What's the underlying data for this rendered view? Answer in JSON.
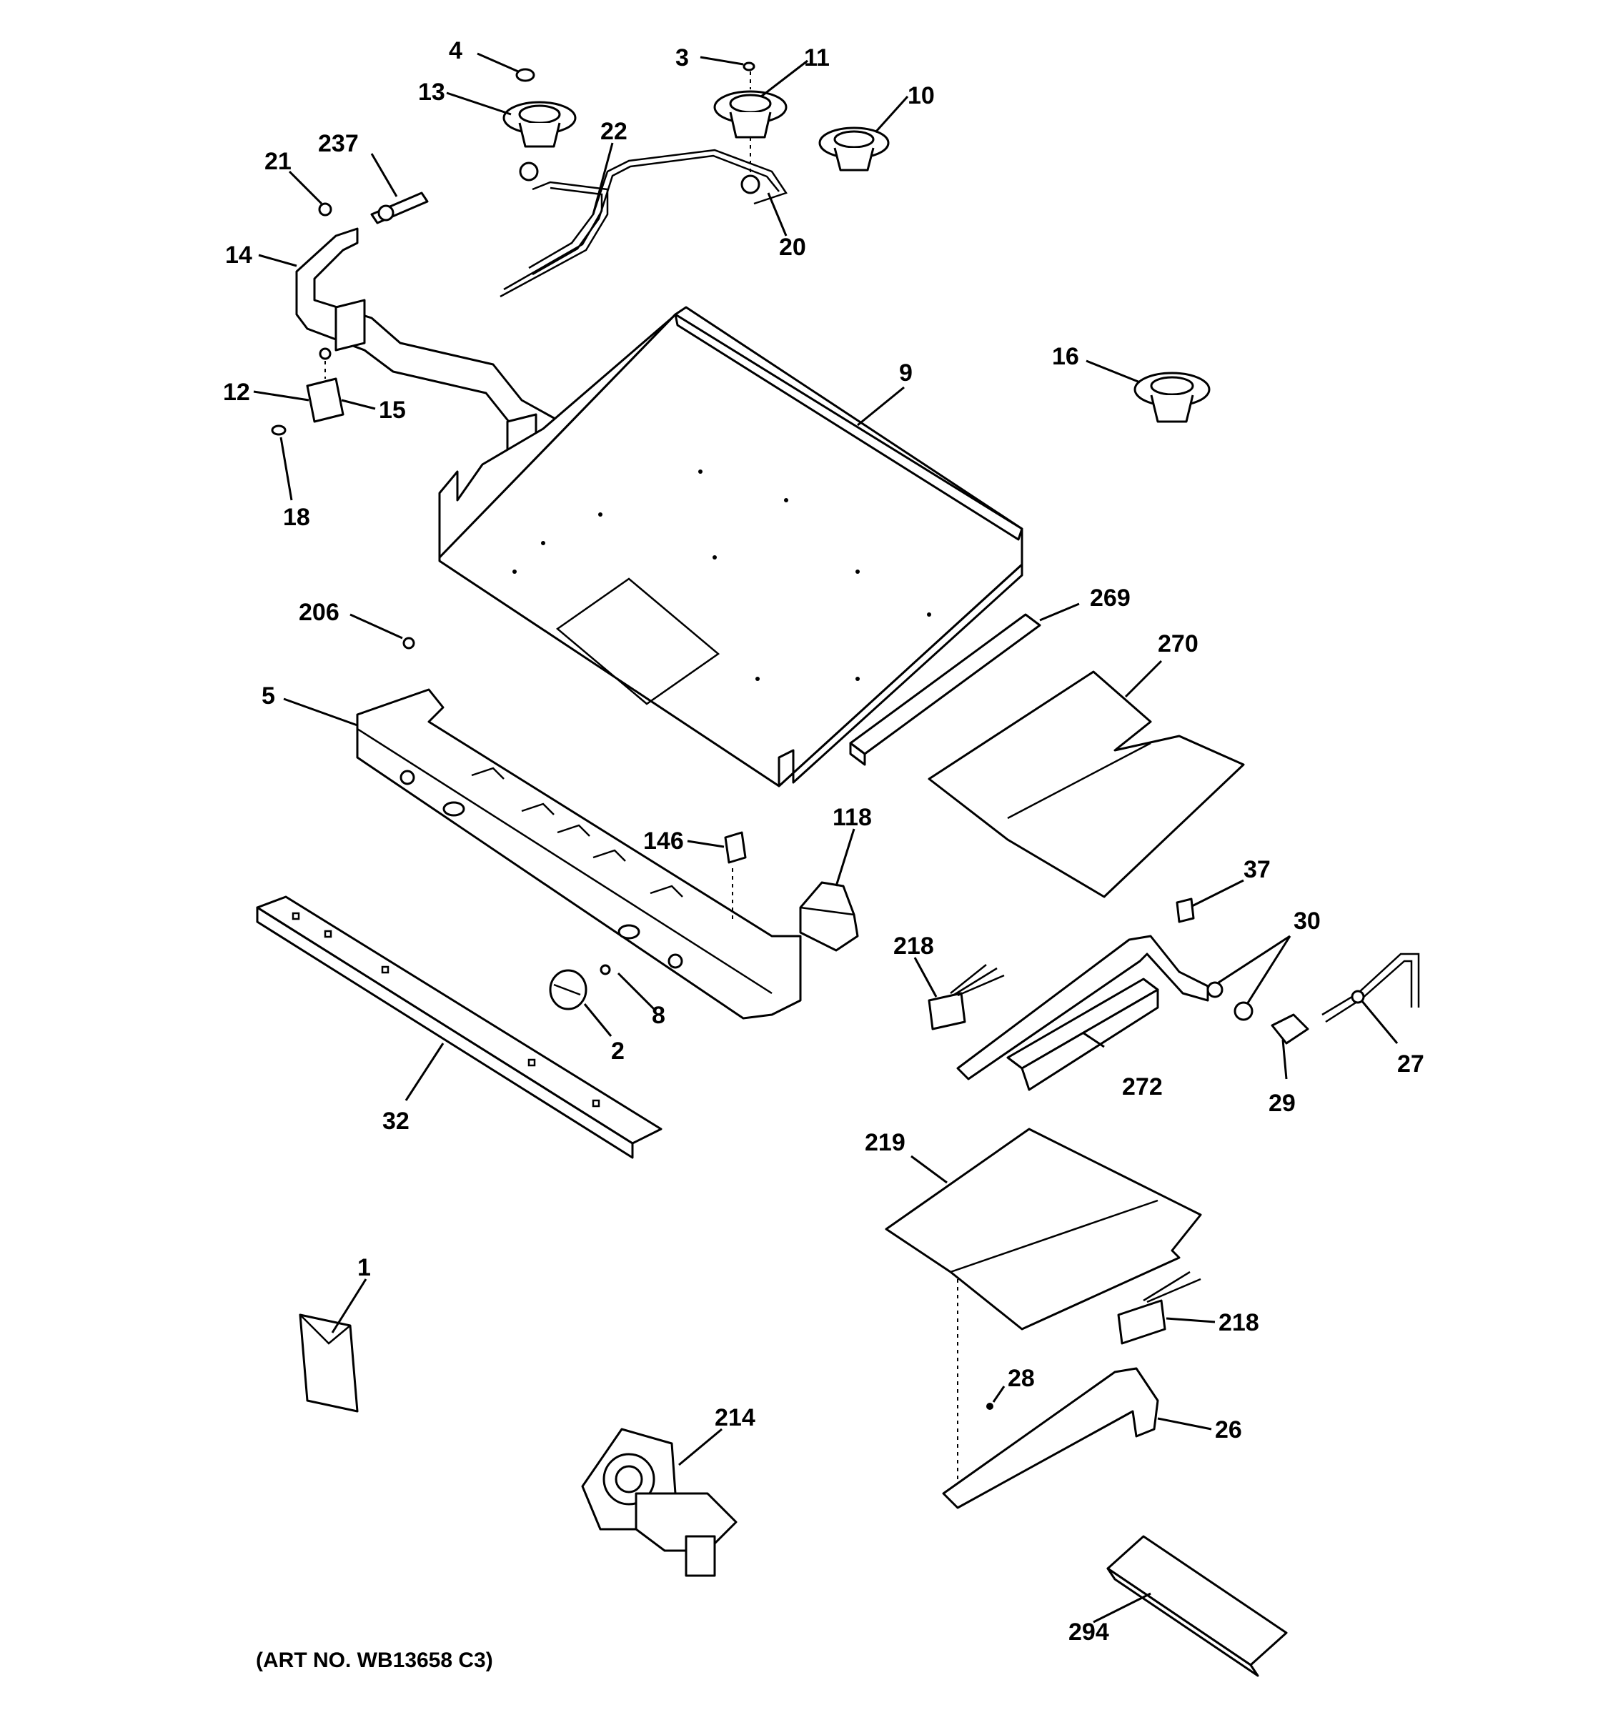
{
  "footer": {
    "art_no": "(ART NO. WB13658 C3)"
  },
  "callouts": {
    "c1": "1",
    "c2": "2",
    "c3": "3",
    "c4": "4",
    "c5": "5",
    "c8": "8",
    "c9": "9",
    "c10": "10",
    "c11": "11",
    "c12": "12",
    "c13": "13",
    "c14": "14",
    "c15": "15",
    "c16": "16",
    "c18": "18",
    "c20": "20",
    "c21": "21",
    "c22": "22",
    "c26": "26",
    "c27": "27",
    "c28": "28",
    "c29": "29",
    "c30": "30",
    "c32": "32",
    "c37": "37",
    "c118": "118",
    "c146": "146",
    "c206": "206",
    "c214": "214",
    "c218a": "218",
    "c218b": "218",
    "c219": "219",
    "c237": "237",
    "c269": "269",
    "c270": "270",
    "c272": "272",
    "c294": "294"
  }
}
